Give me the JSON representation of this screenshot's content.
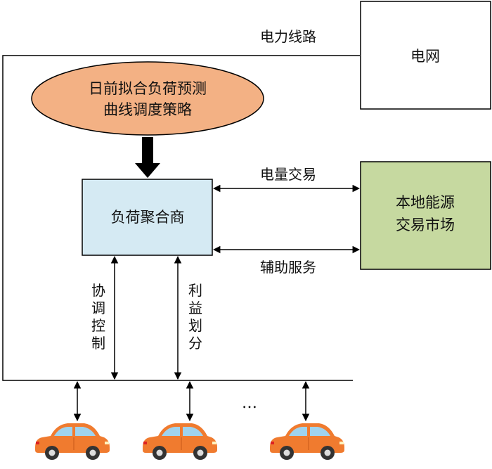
{
  "nodes": {
    "grid": "电网",
    "strategy_line1": "日前拟合负荷预测",
    "strategy_line2": "曲线调度策略",
    "aggregator": "负荷聚合商",
    "market_line1": "本地能源",
    "market_line2": "交易市场"
  },
  "edges": {
    "power_line": "电力线路",
    "energy_trading": "电量交易",
    "ancillary_service": "辅助服务",
    "coordinated_control": [
      "协",
      "调",
      "控",
      "制"
    ],
    "profit_division": [
      "利",
      "益",
      "划",
      "分"
    ],
    "ellipsis": "…"
  },
  "colors": {
    "ellipse_fill": "#f3b184",
    "aggregator_fill": "#d5eaf3",
    "market_fill": "#c6d9a0",
    "car_body": "#f07b2f",
    "line": "#000000"
  }
}
